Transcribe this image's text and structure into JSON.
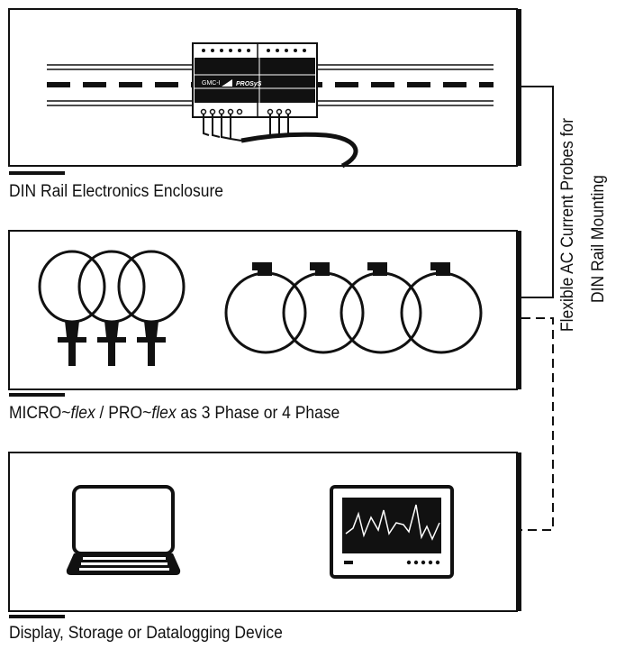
{
  "panels": [
    {
      "caption": "DIN Rail Electronics Enclosure"
    },
    {
      "caption_parts": [
        "MICRO~",
        "flex",
        " / PRO~",
        "flex",
        " as 3 Phase or 4 Phase"
      ]
    },
    {
      "caption": "Display, Storage or Datalogging Device"
    }
  ],
  "side_label": {
    "line1": "Flexible AC Current Probes for",
    "line2": "DIN Rail Mounting"
  },
  "device_logo": {
    "brand": "GMC-I",
    "product": "PROSyS"
  },
  "colors": {
    "ink": "#111111",
    "background": "#ffffff"
  }
}
